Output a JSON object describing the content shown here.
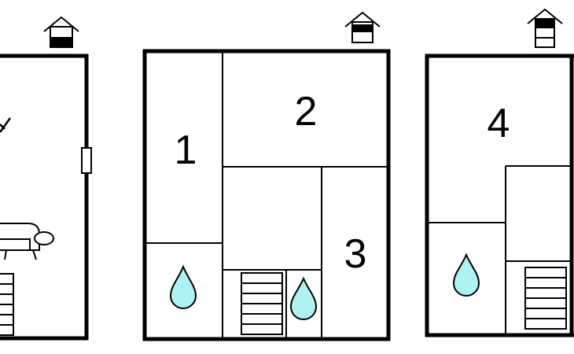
{
  "floor_plan": {
    "rooms": [
      {
        "id": "room-1",
        "label": "1"
      },
      {
        "id": "room-2",
        "label": "2"
      },
      {
        "id": "room-3",
        "label": "3"
      },
      {
        "id": "room-4",
        "label": "4"
      }
    ],
    "colors": {
      "wall": "#000000",
      "water": "#aef2f2",
      "background": "#ffffff"
    },
    "icons": [
      "house-level-icon",
      "water-drop-icon",
      "staircase-icon",
      "sofa-icon",
      "window-icon"
    ]
  }
}
